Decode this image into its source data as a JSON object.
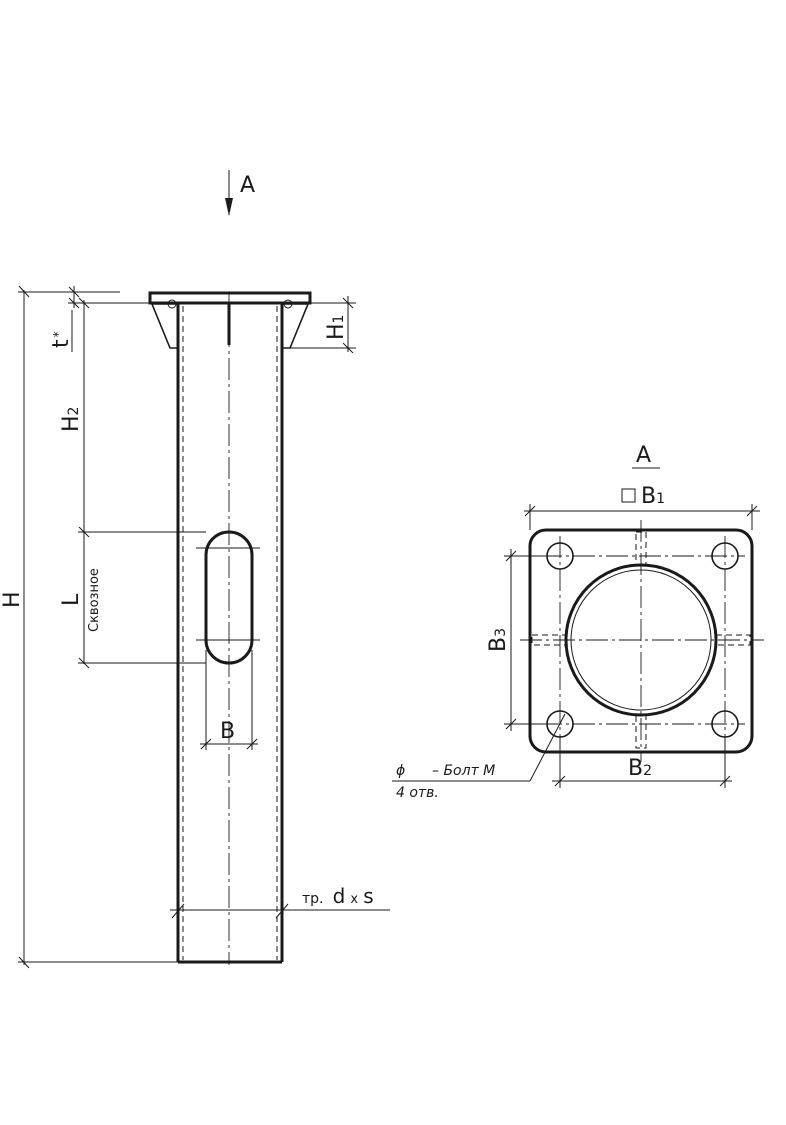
{
  "view_arrow_label": "A",
  "view_title": "A",
  "dims": {
    "H": "H",
    "H1_base": "H",
    "H1_sub": "1",
    "H2_base": "H",
    "H2_sub": "2",
    "t_star": "t",
    "star": "*",
    "L": "L",
    "through": "Сквозное",
    "B": "B",
    "B1_base": "B",
    "B1_sub": "1",
    "B2_base": "B",
    "B2_sub": "2",
    "B3_base": "B",
    "B3_sub": "3"
  },
  "pipe_note": {
    "prefix": "тр.",
    "d": "d",
    "x": "x",
    "s": "s"
  },
  "bolt_note": {
    "phi": "ϕ",
    "bolt": "– Болт М",
    "holes": "4 отв."
  }
}
